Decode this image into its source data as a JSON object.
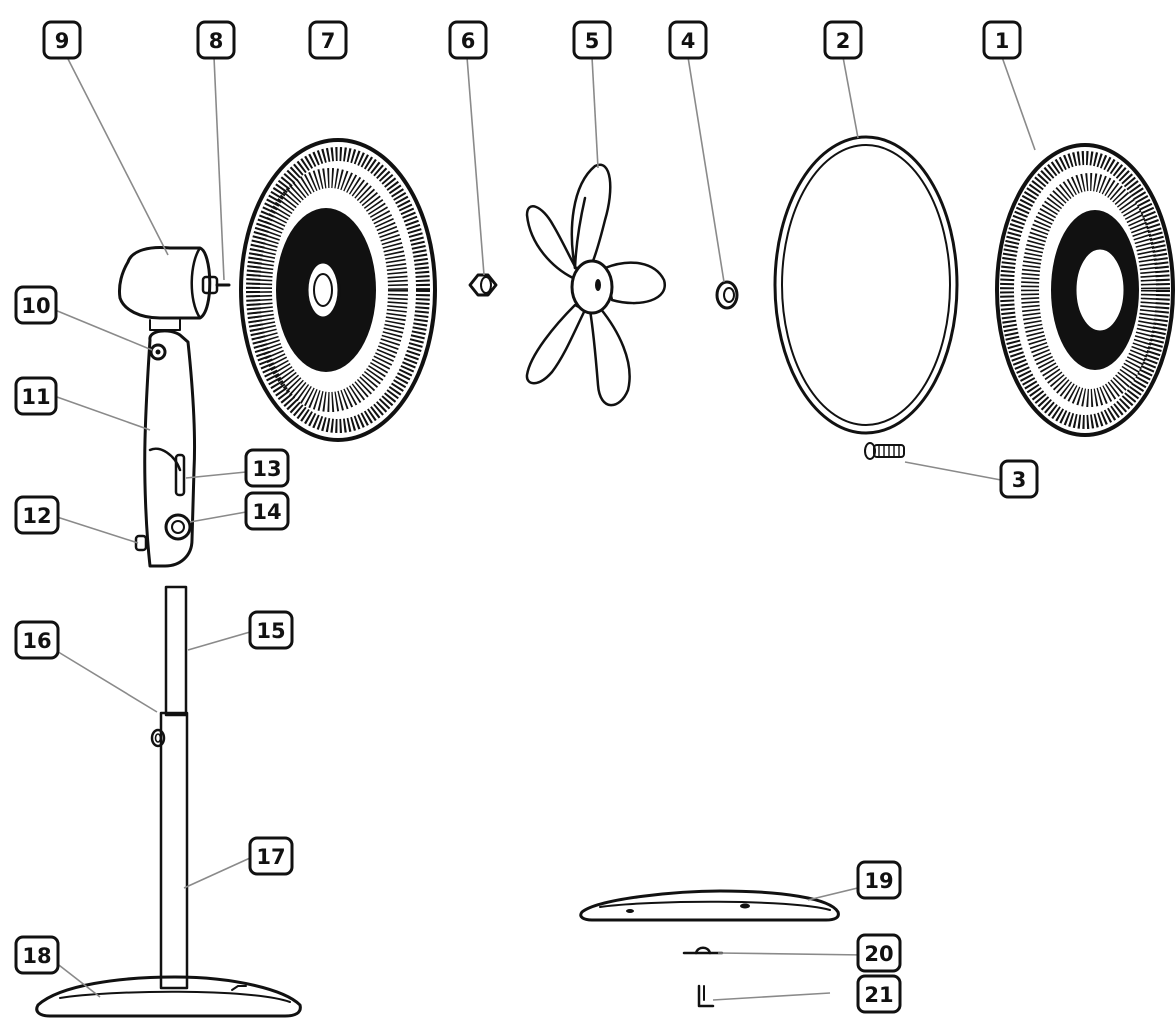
{
  "colors": {
    "ink": "#111111",
    "leader": "#8a8a8a",
    "background": "#ffffff"
  },
  "callouts": [
    {
      "id": "p1",
      "label": "1"
    },
    {
      "id": "p2",
      "label": "2"
    },
    {
      "id": "p3",
      "label": "3"
    },
    {
      "id": "p4",
      "label": "4"
    },
    {
      "id": "p5",
      "label": "5"
    },
    {
      "id": "p6",
      "label": "6"
    },
    {
      "id": "p7",
      "label": "7"
    },
    {
      "id": "p8",
      "label": "8"
    },
    {
      "id": "p9",
      "label": "9"
    },
    {
      "id": "p10",
      "label": "10"
    },
    {
      "id": "p11",
      "label": "11"
    },
    {
      "id": "p12",
      "label": "12"
    },
    {
      "id": "p13",
      "label": "13"
    },
    {
      "id": "p14",
      "label": "14"
    },
    {
      "id": "p15",
      "label": "15"
    },
    {
      "id": "p16",
      "label": "16"
    },
    {
      "id": "p17",
      "label": "17"
    },
    {
      "id": "p18",
      "label": "18"
    },
    {
      "id": "p19",
      "label": "19"
    },
    {
      "id": "p20",
      "label": "20"
    },
    {
      "id": "p21",
      "label": "21"
    }
  ]
}
